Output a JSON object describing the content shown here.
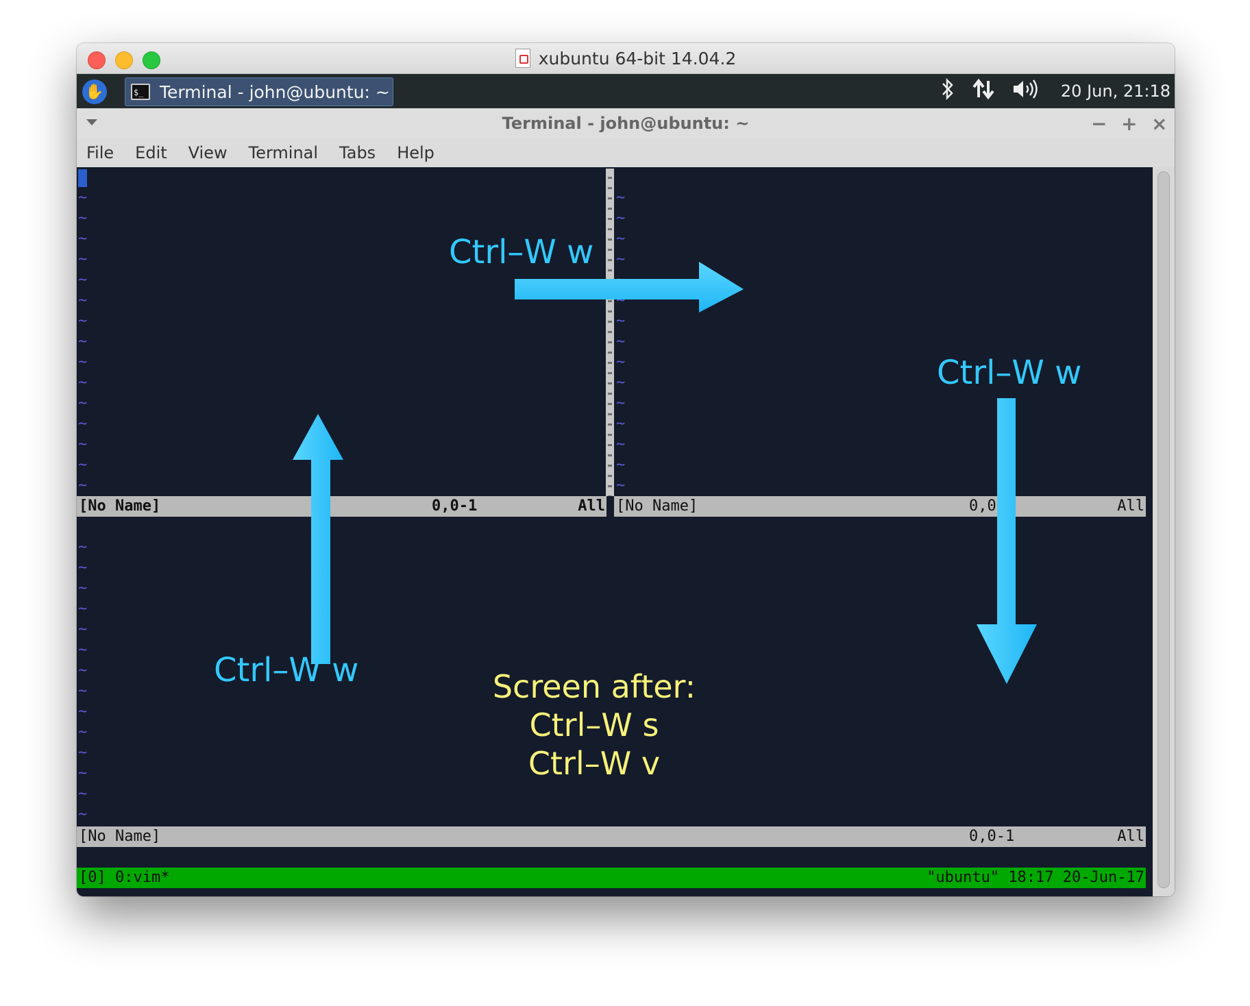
{
  "host_window": {
    "title": "xubuntu 64-bit 14.04.2"
  },
  "panel": {
    "logo": "xfce-mouse-icon",
    "task_label": "Terminal - john@ubuntu: ~",
    "tray_icons": [
      "bluetooth-icon",
      "network-icon",
      "volume-icon"
    ],
    "clock": "20 Jun, 21:18"
  },
  "terminal": {
    "title": "Terminal - john@ubuntu: ~",
    "menu": [
      "File",
      "Edit",
      "View",
      "Terminal",
      "Tabs",
      "Help"
    ],
    "wm_buttons": {
      "minimize": "−",
      "maximize": "+",
      "close": "×"
    }
  },
  "vim": {
    "top_left_status": {
      "name": "[No Name]",
      "pos": "0,0-1",
      "all": "All"
    },
    "top_right_status": {
      "name": "[No Name]",
      "pos": "0,0-1",
      "all": "All"
    },
    "bottom_status": {
      "name": "[No Name]",
      "pos": "0,0-1",
      "all": "All"
    },
    "tilde": "~"
  },
  "tmux": {
    "left": "[0] 0:vim*",
    "right": "\"ubuntu\" 18:17 20-Jun-17"
  },
  "annotations": {
    "right_arrow_label": "Ctrl–W w",
    "down_arrow_label": "Ctrl–W w",
    "up_arrow_label": "Ctrl–W w",
    "note_line1": "Screen after:",
    "note_line2": "Ctrl–W s",
    "note_line3": "Ctrl–W v"
  },
  "colors": {
    "arrow": "#33c9ff",
    "note": "#f7f27a",
    "terminal_bg": "#141b2b",
    "tmux_bar": "#00a800"
  }
}
